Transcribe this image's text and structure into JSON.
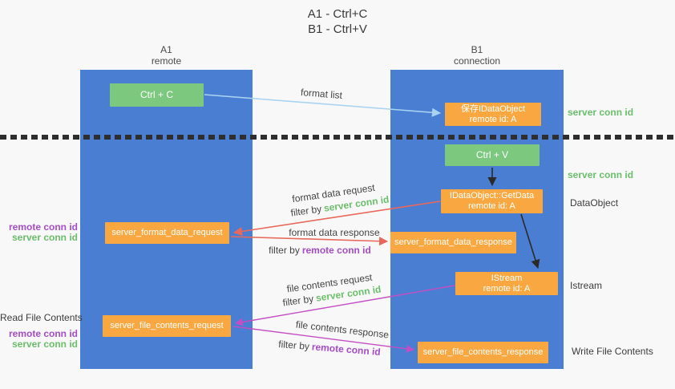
{
  "title": {
    "line1": "A1 - Ctrl+C",
    "line2": "B1 - Ctrl+V"
  },
  "lanes": {
    "a1": {
      "title": "A1",
      "subtitle": "remote"
    },
    "b1": {
      "title": "B1",
      "subtitle": "connection"
    }
  },
  "nodes": {
    "ctrl_c": {
      "label": "Ctrl + C"
    },
    "ctrl_v": {
      "label": "Ctrl + V"
    },
    "save_dataobject": {
      "line1": "保存IDataObject",
      "line2": "remote id: A"
    },
    "getdata": {
      "line1": "IDataObject::GetData",
      "line2": "remote id: A"
    },
    "istream": {
      "line1": "IStream",
      "line2": "remote id: A"
    },
    "server_format_data_request": {
      "label": "server_format_data_request"
    },
    "server_format_data_response": {
      "label": "server_format_data_response"
    },
    "server_file_contents_request": {
      "label": "server_file_contents_request"
    },
    "server_file_contents_response": {
      "label": "server_file_contents_response"
    }
  },
  "flow_labels": {
    "format_list": "format list",
    "format_data_request": "format data request",
    "format_data_response": "format data response",
    "file_contents_request": "file contents request",
    "file_contents_response": "file contents response",
    "filter_by": "filter by",
    "server_conn_id": "server conn id",
    "remote_conn_id": "remote conn id"
  },
  "side_labels": {
    "server_conn_id_top": "server conn id",
    "server_conn_id_mid": "server conn id",
    "dataobject": "DataObject",
    "istream": "Istream",
    "write_file_contents": "Write File Contents",
    "read_file_contents": "Read File Contents",
    "remote_conn_id": "remote conn id",
    "server_conn_id": "server conn id"
  },
  "colors": {
    "lane_blue": "#4a7ed2",
    "node_green": "#7dc87f",
    "node_orange": "#f9a841",
    "arrow_lightblue": "#a9d3f1",
    "arrow_red": "#e8695b",
    "arrow_magenta": "#c44ec4",
    "arrow_black": "#2a2a2a",
    "text_green": "#6abf6a",
    "text_purple": "#a64dc6",
    "text_dark": "#3c3c3c",
    "background": "#f8f8f8"
  }
}
